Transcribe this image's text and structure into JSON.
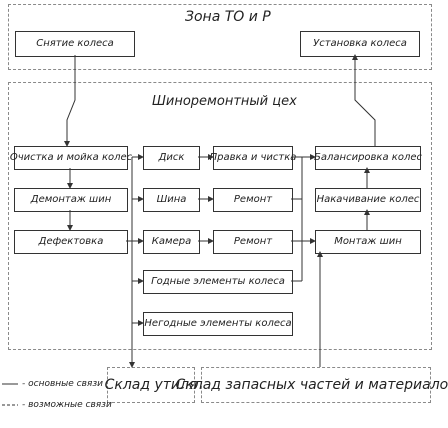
{
  "zones": {
    "maintenance": "Зона ТО и Р",
    "tire_shop": "Шиноремонтный цех"
  },
  "maintenance": {
    "wheel_removal": "Снятие колеса",
    "wheel_install": "Установка колеса"
  },
  "shop": {
    "cleaning": "Очистка и мойка колес",
    "dismount": "Демонтаж шин",
    "defect": "Дефектовка",
    "disc": "Диск",
    "tire": "Шина",
    "tube": "Камера",
    "straighten": "Правка и чистка",
    "repair1": "Ремонт",
    "repair2": "Ремонт",
    "balancing": "Балансировка колес",
    "inflation": "Накачивание колес",
    "mounting": "Монтаж шин",
    "good_parts": "Годные элементы колеса",
    "bad_parts": "Негодные элементы колеса"
  },
  "storage": {
    "scrap": "Склад утиля",
    "spare_parts": "Склад запасных частей и материалов"
  },
  "legend": {
    "main": "- основные связи",
    "possible": "- возможные связи"
  }
}
